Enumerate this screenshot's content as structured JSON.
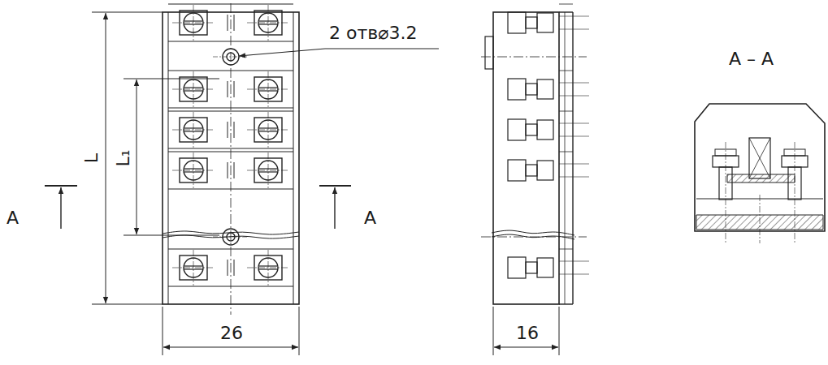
{
  "diagram": {
    "labels": [
      "2 отв⌀3.2",
      "A",
      "L",
      "L₁",
      "A",
      "26",
      "16",
      "A – A"
    ]
  }
}
